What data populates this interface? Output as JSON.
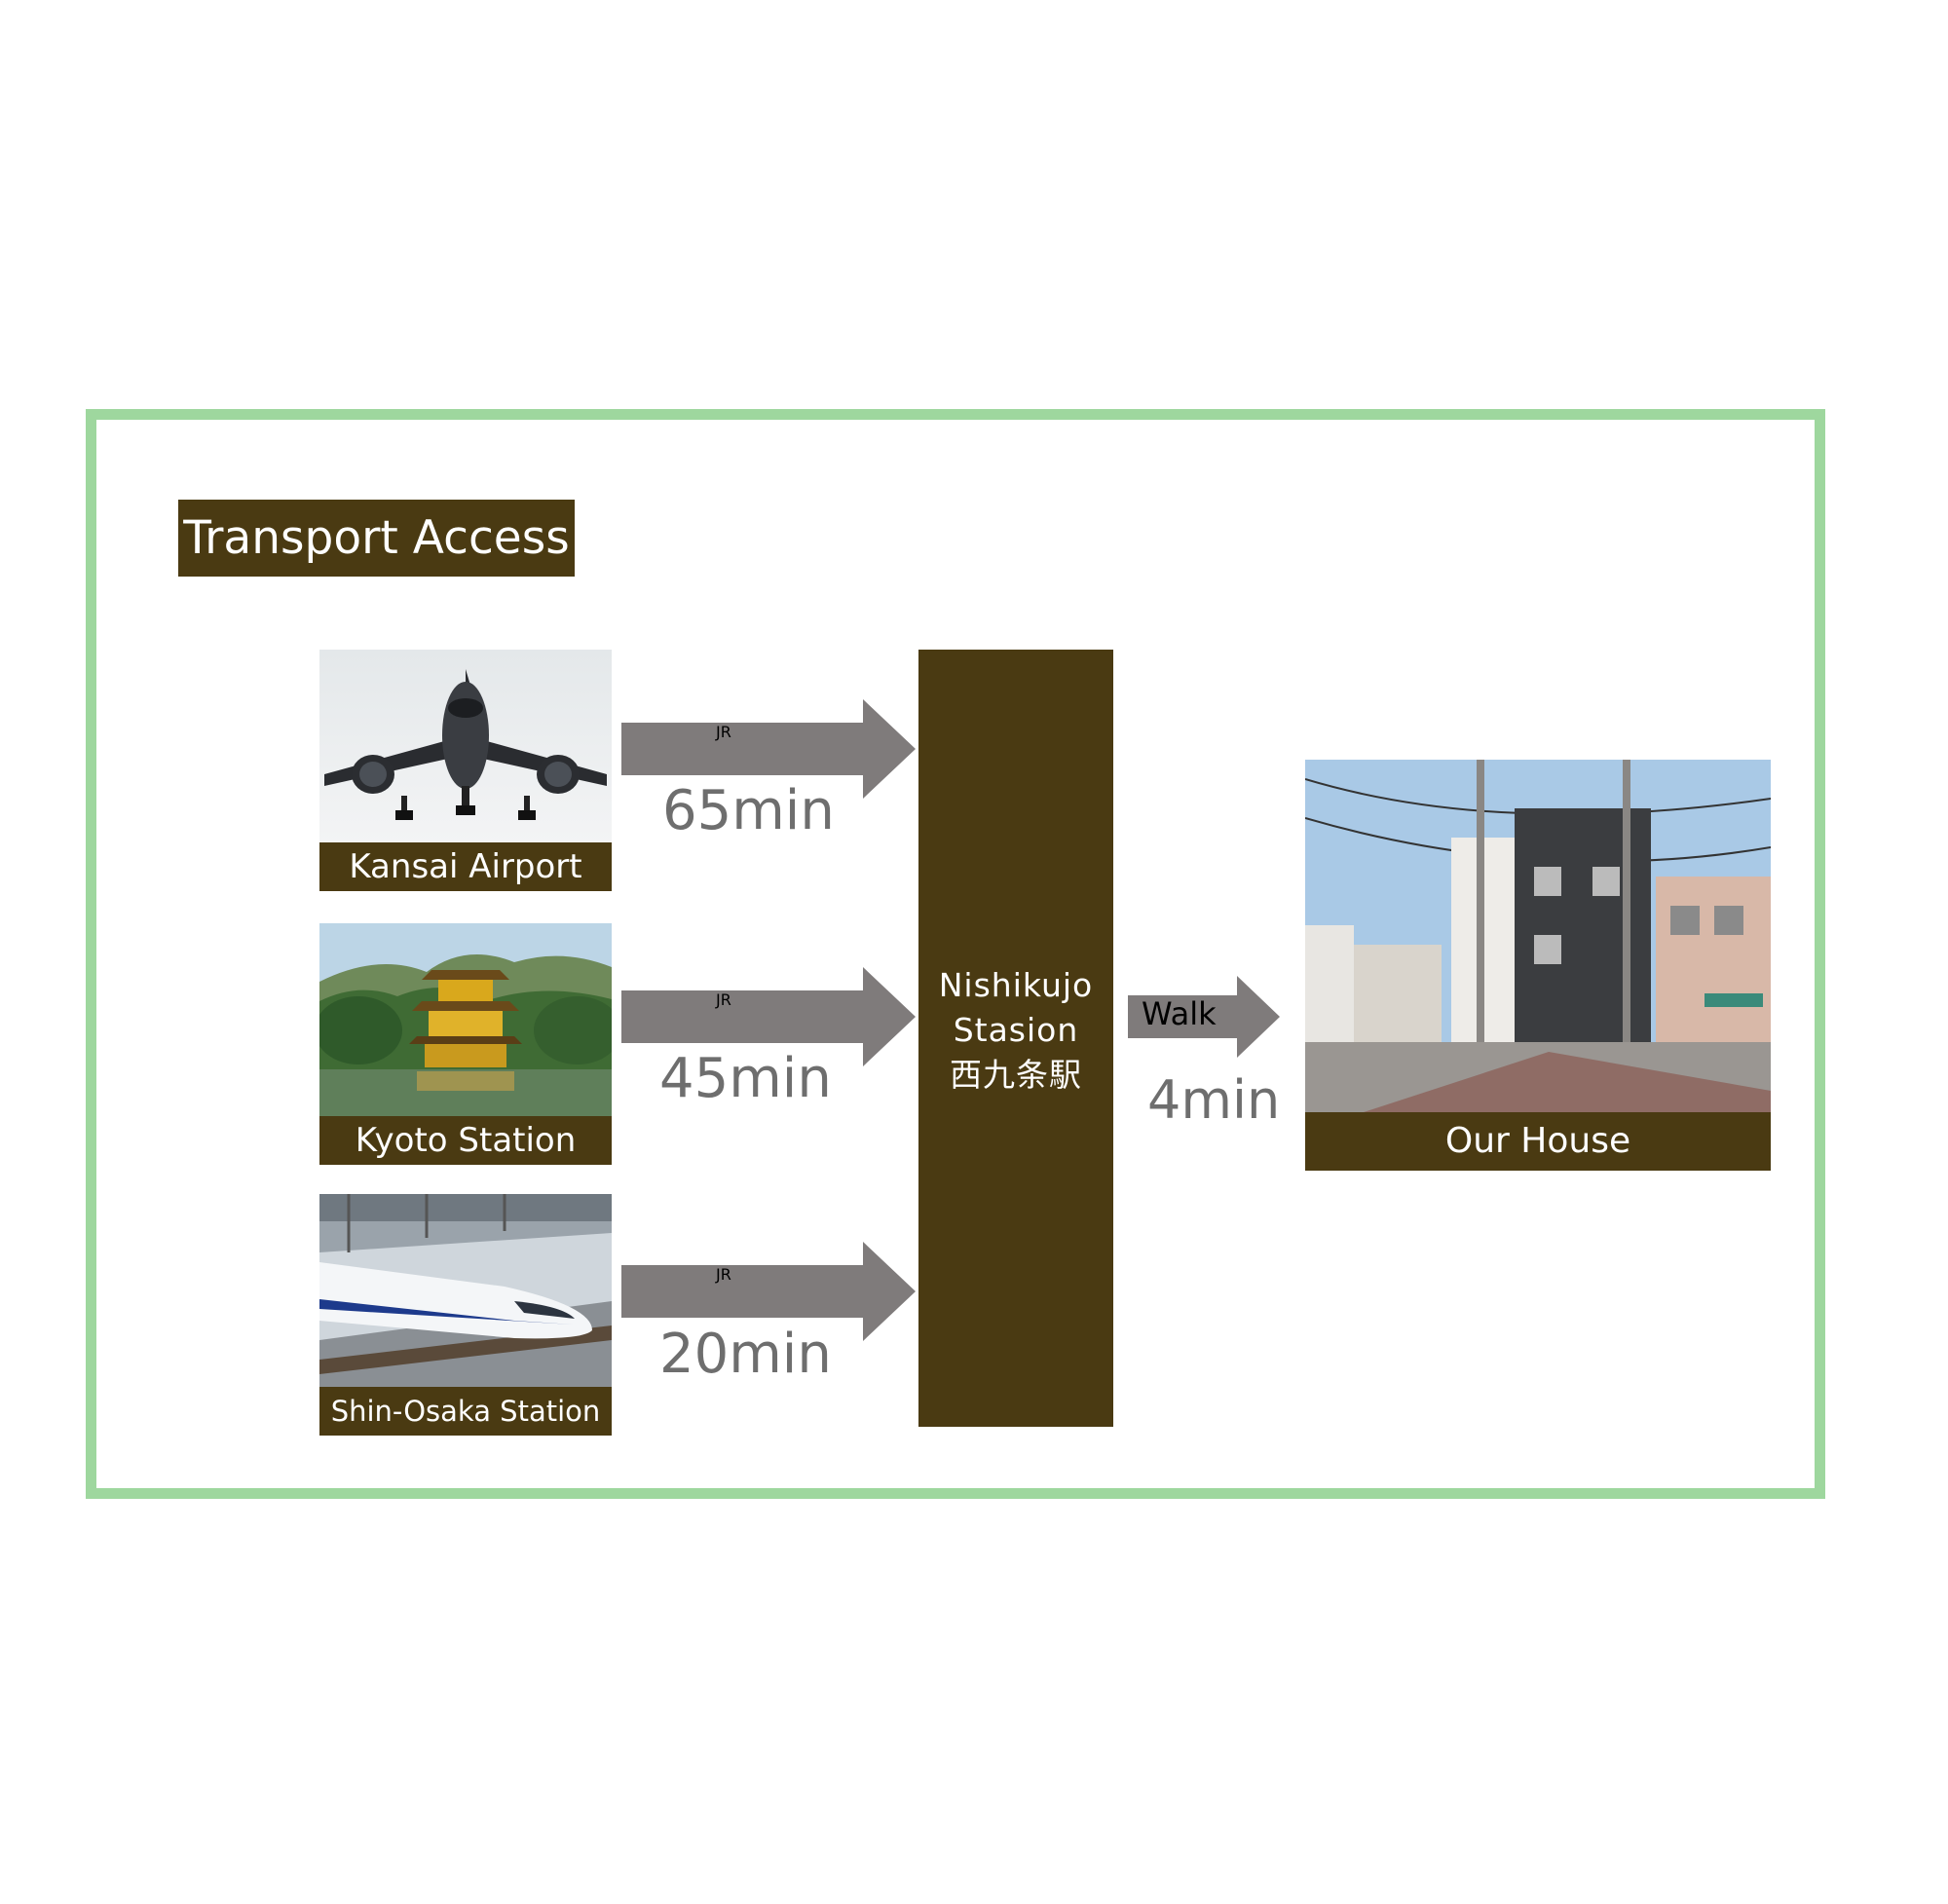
{
  "title": "Transport Access",
  "origins": [
    {
      "name": "Kansai Airport",
      "line": "JR",
      "time": "65min",
      "icon": "airplane-photo"
    },
    {
      "name": "Kyoto Station",
      "line": "JR",
      "time": "45min",
      "icon": "golden-pavilion-photo"
    },
    {
      "name": "Shin-Osaka Station",
      "line": "JR",
      "time": "20min",
      "icon": "bullet-train-photo"
    }
  ],
  "hub": {
    "line1": "Nishikujo",
    "line2": "Stasion",
    "line3": "西九条駅"
  },
  "walk": {
    "label": "Walk",
    "time": "4min"
  },
  "destination": {
    "name": "Our House",
    "icon": "house-photo"
  },
  "colors": {
    "frame": "#9ed79e",
    "brown": "#4a3a12",
    "arrow": "#7f7b7b",
    "time_text": "#6e6e6e"
  }
}
